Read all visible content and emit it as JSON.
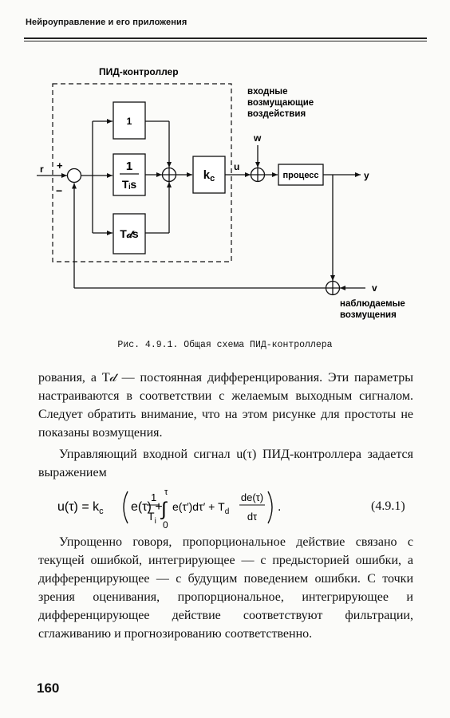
{
  "header": {
    "running_title": "Нейроуправление и его приложения"
  },
  "figure": {
    "controller_label": "ПИД-контроллер",
    "input_disturbance_label": [
      "входные",
      "возмущающие",
      "воздействия"
    ],
    "observed_disturbance_label": [
      "наблюдаемые",
      "возмущения"
    ],
    "signals": {
      "r": "r",
      "plus": "+",
      "minus": "−",
      "u": "u",
      "w": "w",
      "y": "y",
      "v": "v"
    },
    "blocks": {
      "proportional": "1",
      "integral_num": "1",
      "integral_den": "Tᵢs",
      "derivative": "T𝒹s",
      "gain": "k",
      "gain_sub": "c",
      "process": "процесс"
    },
    "caption": "Рис. 4.9.1. Общая схема ПИД-контроллера"
  },
  "body": {
    "paragraph_1": "рования, а T𝒹 — постоянная дифференцирования. Эти параметры настраиваются в соответствии с желаемым выходным сигналом. Следует обратить внимание, что на этом рисунке для простоты не показаны возмущения.",
    "paragraph_2": "Управляющий входной сигнал u(τ) ПИД-контроллера задается выражением",
    "paragraph_3": "Упрощенно говоря, пропорциональное действие связано с текущей ошибкой, интегрирующее — с предысторией ошибки, а дифференцирующее — с будущим поведением ошибки. С точки зрения оценивания, пропорциональное, интегрирующее и дифференцирующее действие соответствуют фильтрации, сглаживанию и прогнозированию соответственно."
  },
  "formula": {
    "lhs": "u(τ) = k",
    "kc_sub": "c",
    "e_tau": "e(τ) +",
    "frac1_num": "1",
    "frac1_den": "T",
    "frac1_den_sub": "i",
    "int_upper": "τ",
    "int_lower": "0",
    "integrand": "e(τ′)dτ′ + T",
    "td_sub": "d",
    "frac2_num": "de(τ)",
    "frac2_den": "dτ",
    "number": "(4.9.1)"
  },
  "footer": {
    "page_number": "160"
  }
}
